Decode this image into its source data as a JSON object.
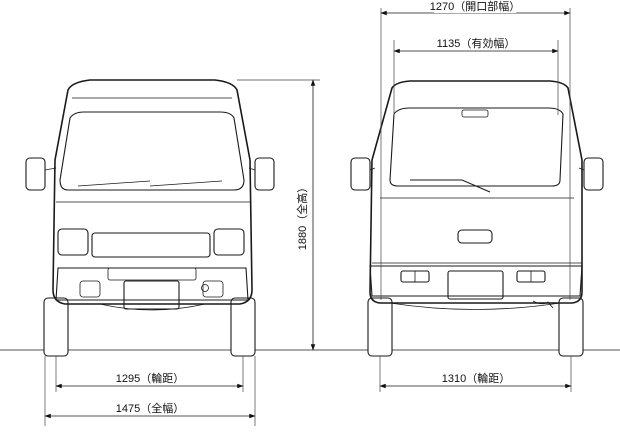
{
  "dimensions": {
    "opening_width": "1270（開口部幅）",
    "effective_width": "1135（有効幅）",
    "overall_height": "1880（全高）",
    "front_track": "1295（輪距）",
    "overall_width": "1475（全幅）",
    "rear_track": "1310（輪距）"
  },
  "colors": {
    "line": "#1a1a1a",
    "background": "#ffffff"
  }
}
